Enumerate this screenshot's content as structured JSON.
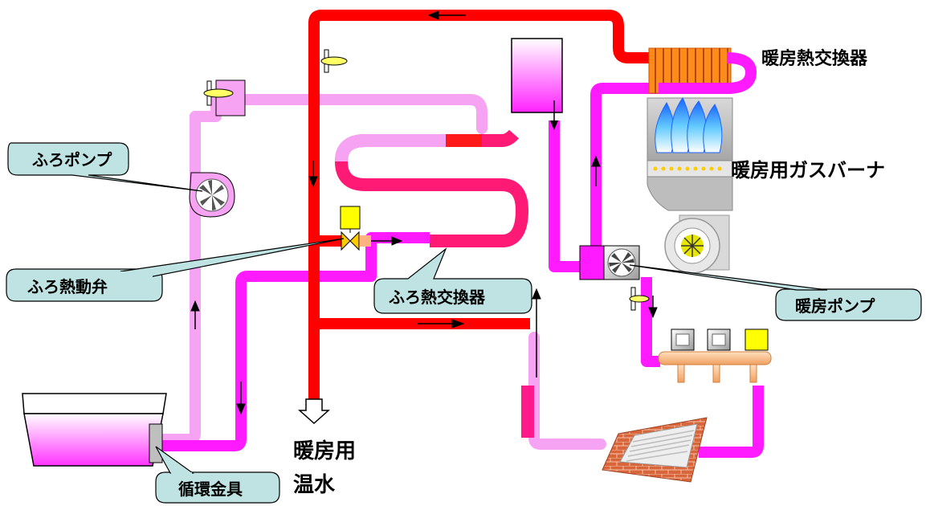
{
  "labels": {
    "heating_heat_exchanger": "暖房熱交換器",
    "heating_gas_burner": "暖房用ガスバーナ",
    "bath_pump": "ふろポンプ",
    "bath_thermal_valve": "ふろ熱動弁",
    "bath_heat_exchanger": "ふろ熱交換器",
    "heating_pump": "暖房ポンプ",
    "circulation_fitting": "循環金具",
    "heating_hot_water_line1": "暖房用",
    "heating_hot_water_line2": "温水"
  },
  "colors": {
    "hot_pipe": "#ff0000",
    "bath_pipe_light": "#f7a3f3",
    "magenta_pipe": "#ff1aff",
    "callout_fill": "#bfe3e3",
    "valve_yellow": "#ffff00",
    "exchanger_orange": "#ff8c1a"
  },
  "icons": {
    "fan": "fan-icon",
    "valve": "valve-icon",
    "arrow": "flow-arrow-icon",
    "down_arrow": "outlet-arrow-icon"
  }
}
